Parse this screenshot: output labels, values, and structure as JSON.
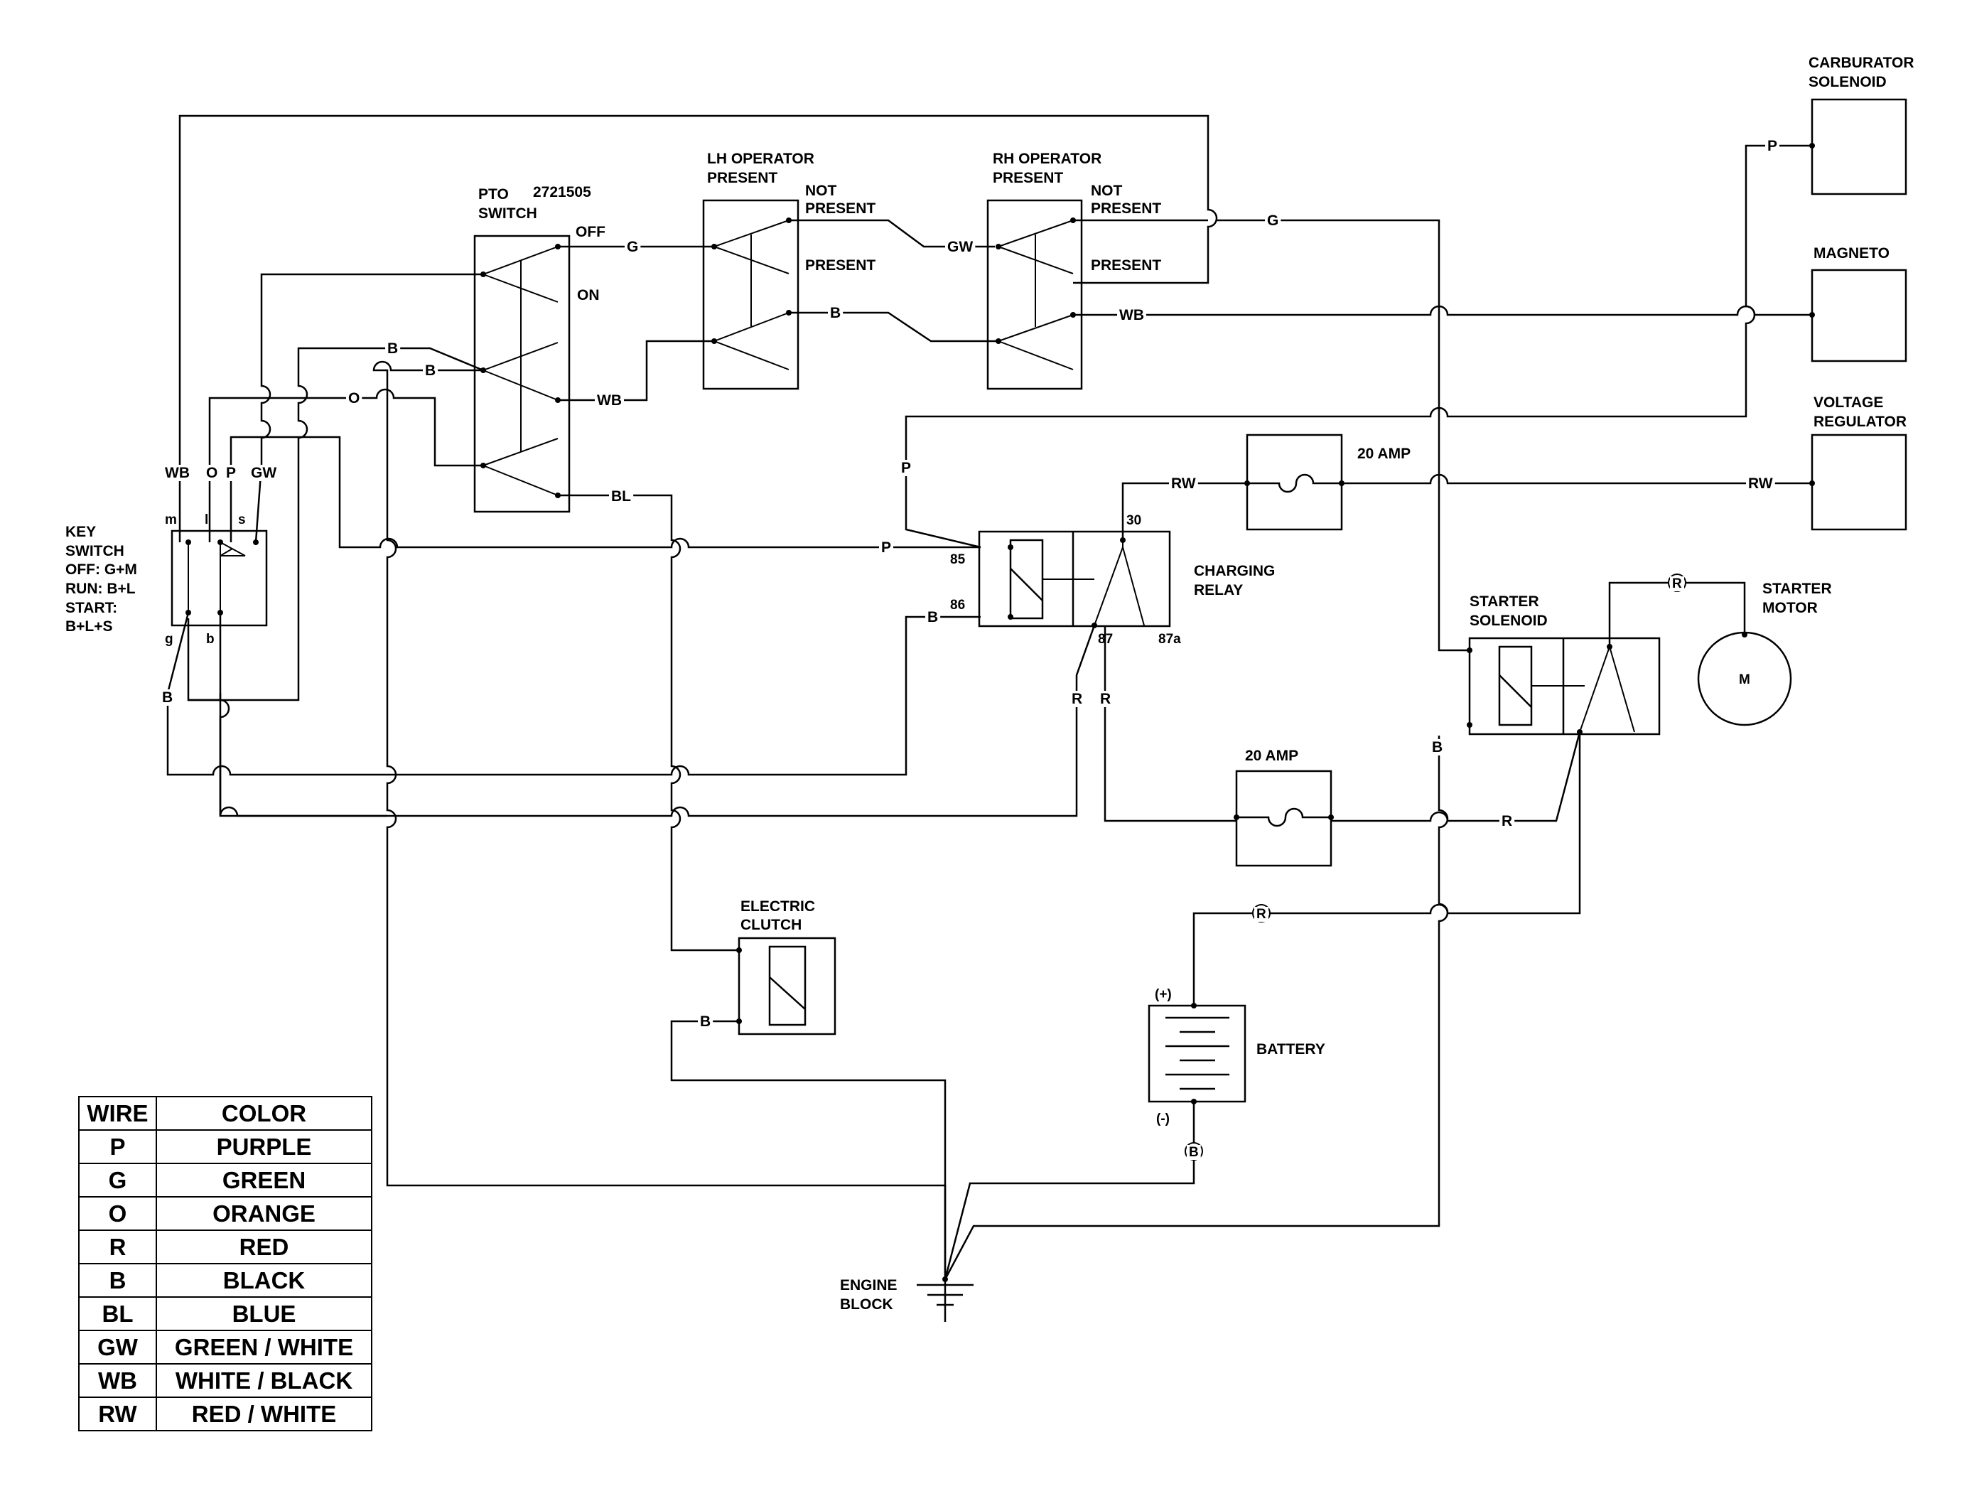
{
  "components": {
    "carb": {
      "title": [
        "CARBURATOR",
        "SOLENOID"
      ]
    },
    "magneto": {
      "title": [
        "MAGNETO"
      ]
    },
    "vreg": {
      "title": [
        "VOLTAGE",
        "REGULATOR"
      ]
    },
    "pto": {
      "title": [
        "PTO",
        "SWITCH"
      ],
      "part": "2721505",
      "off": "OFF",
      "on": "ON"
    },
    "lh": {
      "title": [
        "LH OPERATOR",
        "PRESENT"
      ],
      "not_present": [
        "NOT",
        "PRESENT"
      ],
      "present": "PRESENT"
    },
    "rh": {
      "title": [
        "RH OPERATOR",
        "PRESENT"
      ],
      "not_present": [
        "NOT",
        "PRESENT"
      ],
      "present": "PRESENT"
    },
    "key": {
      "title": [
        "KEY",
        "SWITCH",
        "OFF: G+M",
        "RUN: B+L",
        "START:",
        "B+L+S"
      ],
      "terms": [
        "m",
        "l",
        "s",
        "g",
        "b"
      ]
    },
    "charging_relay": {
      "title": [
        "CHARGING",
        "RELAY"
      ],
      "pins": [
        "85",
        "86",
        "30",
        "87",
        "87a"
      ]
    },
    "fuse_top": {
      "label": "20 AMP"
    },
    "fuse_bottom": {
      "label": "20 AMP"
    },
    "starter_solenoid": {
      "title": [
        "STARTER",
        "SOLENOID"
      ]
    },
    "starter_motor": {
      "title": [
        "STARTER",
        "MOTOR"
      ],
      "symbol": "M"
    },
    "electric_clutch": {
      "title": [
        "ELECTRIC",
        "CLUTCH"
      ]
    },
    "battery": {
      "title": "BATTERY",
      "plus": "(+)",
      "minus": "(-)"
    },
    "engine_block": {
      "title": [
        "ENGINE",
        "BLOCK"
      ]
    }
  },
  "wire_labels": {
    "wb_key": "WB",
    "o_key": "O",
    "p_key": "P",
    "gw_key": "GW",
    "b_pto1": "B",
    "b_pto2": "B",
    "o_pto": "O",
    "g_pto": "G",
    "wb_pto": "WB",
    "bl_pto": "BL",
    "gw_lh": "GW",
    "b_lh": "B",
    "g_rh": "G",
    "wb_rh": "WB",
    "p_carb": "P",
    "rw_vreg": "RW",
    "rw_relay": "RW",
    "p_relay_v": "P",
    "p_relay_h": "P",
    "b_relay": "B",
    "r_relay1": "R",
    "r_relay2": "R",
    "b_key_g": "B",
    "b_sol": "B",
    "r_sol": "R",
    "r_circle_motor": "R",
    "r_circle_batt": "R",
    "b_circle_batt": "B",
    "b_clutch": "B",
    "m_motor": "M"
  },
  "legend": {
    "header": {
      "wire": "WIRE",
      "color": "COLOR"
    },
    "rows": [
      {
        "wire": "P",
        "color": "PURPLE"
      },
      {
        "wire": "G",
        "color": "GREEN"
      },
      {
        "wire": "O",
        "color": "ORANGE"
      },
      {
        "wire": "R",
        "color": "RED"
      },
      {
        "wire": "B",
        "color": "BLACK"
      },
      {
        "wire": "BL",
        "color": "BLUE"
      },
      {
        "wire": "GW",
        "color": "GREEN / WHITE"
      },
      {
        "wire": "WB",
        "color": "WHITE / BLACK"
      },
      {
        "wire": "RW",
        "color": "RED / WHITE"
      }
    ]
  }
}
